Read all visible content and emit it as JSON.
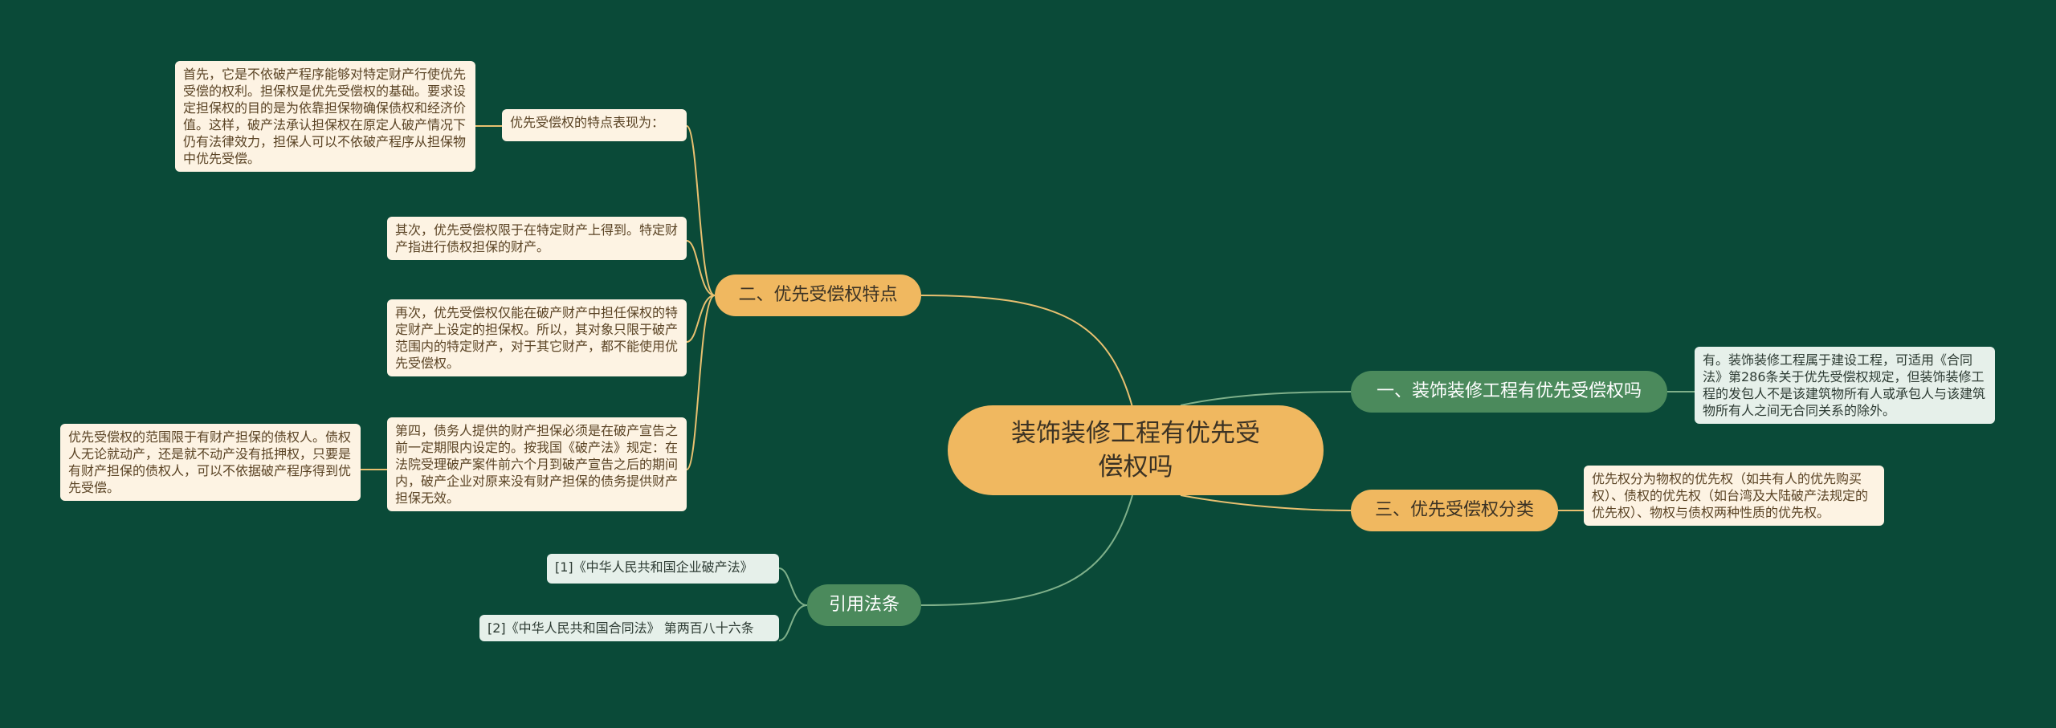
{
  "root": {
    "label": "装饰装修工程有优先受偿权吗"
  },
  "branches": {
    "b1": {
      "label": "一、装饰装修工程有优先受偿权吗",
      "leaves": [
        "有。装饰装修工程属于建设工程，可适用《合同法》第286条关于优先受偿权规定，但装饰装修工程的发包人不是该建筑物所有人或承包人与该建筑物所有人之间无合同关系的除外。"
      ]
    },
    "b2": {
      "label": "二、优先受偿权特点",
      "sub_label": "优先受偿权的特点表现为：",
      "sub_detail": "首先，它是不依破产程序能够对特定财产行使优先受偿的权利。担保权是优先受偿权的基础。要求设定担保权的目的是为依靠担保物确保债权和经济价值。这样，破产法承认担保权在原定人破产情况下仍有法律效力，担保人可以不依破产程序从担保物中优先受偿。",
      "leaves": [
        "其次，优先受偿权限于在特定财产上得到。特定财产指进行债权担保的财产。",
        "再次，优先受偿权仅能在破产财产中担任保权的特定财产上设定的担保权。所以，其对象只限于破产范围内的特定财产，对于其它财产，都不能使用优先受偿权。",
        "第四，债务人提供的财产担保必须是在破产宣告之前一定期限内设定的。按我国《破产法》规定：在法院受理破产案件前六个月到破产宣告之后的期间内，破产企业对原来没有财产担保的债务提供财产担保无效。"
      ],
      "fourth_detail": "优先受偿权的范围限于有财产担保的债权人。债权人无论就动产，还是就不动产没有抵押权，只要是有财产担保的债权人，可以不依据破产程序得到优先受偿。"
    },
    "b3": {
      "label": "三、优先受偿权分类",
      "leaves": [
        "优先权分为物权的优先权（如共有人的优先购买权）、债权的优先权（如台湾及大陆破产法规定的优先权）、物权与债权两种性质的优先权。"
      ]
    },
    "b4": {
      "label": "引用法条",
      "leaves": [
        "[1]《中华人民共和国企业破产法》",
        "[2]《中华人民共和国合同法》 第两百八十六条"
      ]
    }
  },
  "colors": {
    "background": "#0a4a38",
    "orange_node": "#f0b860",
    "green_node": "#4b8a5c",
    "connector": "#e8c070",
    "connector_green": "#7fb08a"
  }
}
